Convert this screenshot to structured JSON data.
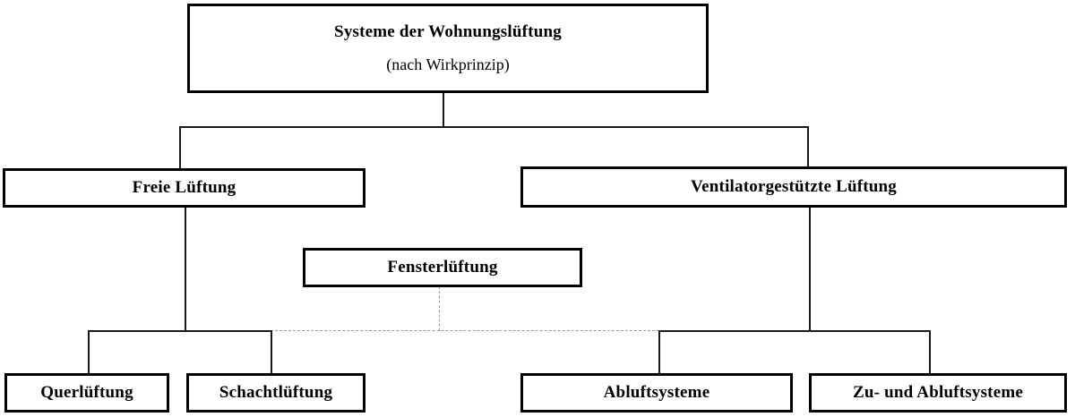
{
  "diagram": {
    "title": "Systeme der Wohnungslüftung",
    "subtitle": "(nach Wirkprinzip)",
    "colors": {
      "background": "#ffffff",
      "box_border": "#000000",
      "text": "#000000",
      "connector_solid": "#1a1a1a",
      "connector_dotted": "#9a9a9a"
    },
    "nodes": {
      "root": {
        "line1": "Systeme der Wohnungslüftung",
        "line2": "(nach Wirkprinzip)",
        "level": 0
      },
      "freie_lueftung": {
        "label": "Freie Lüftung",
        "level": 1
      },
      "ventilatorgestuetzte_lueftung": {
        "label": "Ventilatorgestützte Lüftung",
        "level": 1
      },
      "fensterlueftung": {
        "label": "Fensterlüftung",
        "level": 2
      },
      "querlueftung": {
        "label": "Querlüftung",
        "level": 3
      },
      "schachtlueftung": {
        "label": "Schachtlüftung",
        "level": 3
      },
      "abluftsysteme": {
        "label": "Abluftsysteme",
        "level": 3
      },
      "zu_und_abluftsysteme": {
        "label": "Zu- und Abluftsysteme",
        "level": 3
      }
    },
    "edges": [
      {
        "from": "root",
        "to": "freie_lueftung",
        "style": "solid"
      },
      {
        "from": "root",
        "to": "ventilatorgestuetzte_lueftung",
        "style": "solid"
      },
      {
        "from": "freie_lueftung",
        "to": "querlueftung",
        "style": "solid"
      },
      {
        "from": "freie_lueftung",
        "to": "schachtlueftung",
        "style": "solid"
      },
      {
        "from": "ventilatorgestuetzte_lueftung",
        "to": "abluftsysteme",
        "style": "solid"
      },
      {
        "from": "ventilatorgestuetzte_lueftung",
        "to": "zu_und_abluftsysteme",
        "style": "solid"
      },
      {
        "from": "fensterlueftung",
        "to": "querlueftung",
        "style": "dotted"
      },
      {
        "from": "fensterlueftung",
        "to": "abluftsysteme",
        "style": "dotted"
      }
    ]
  }
}
